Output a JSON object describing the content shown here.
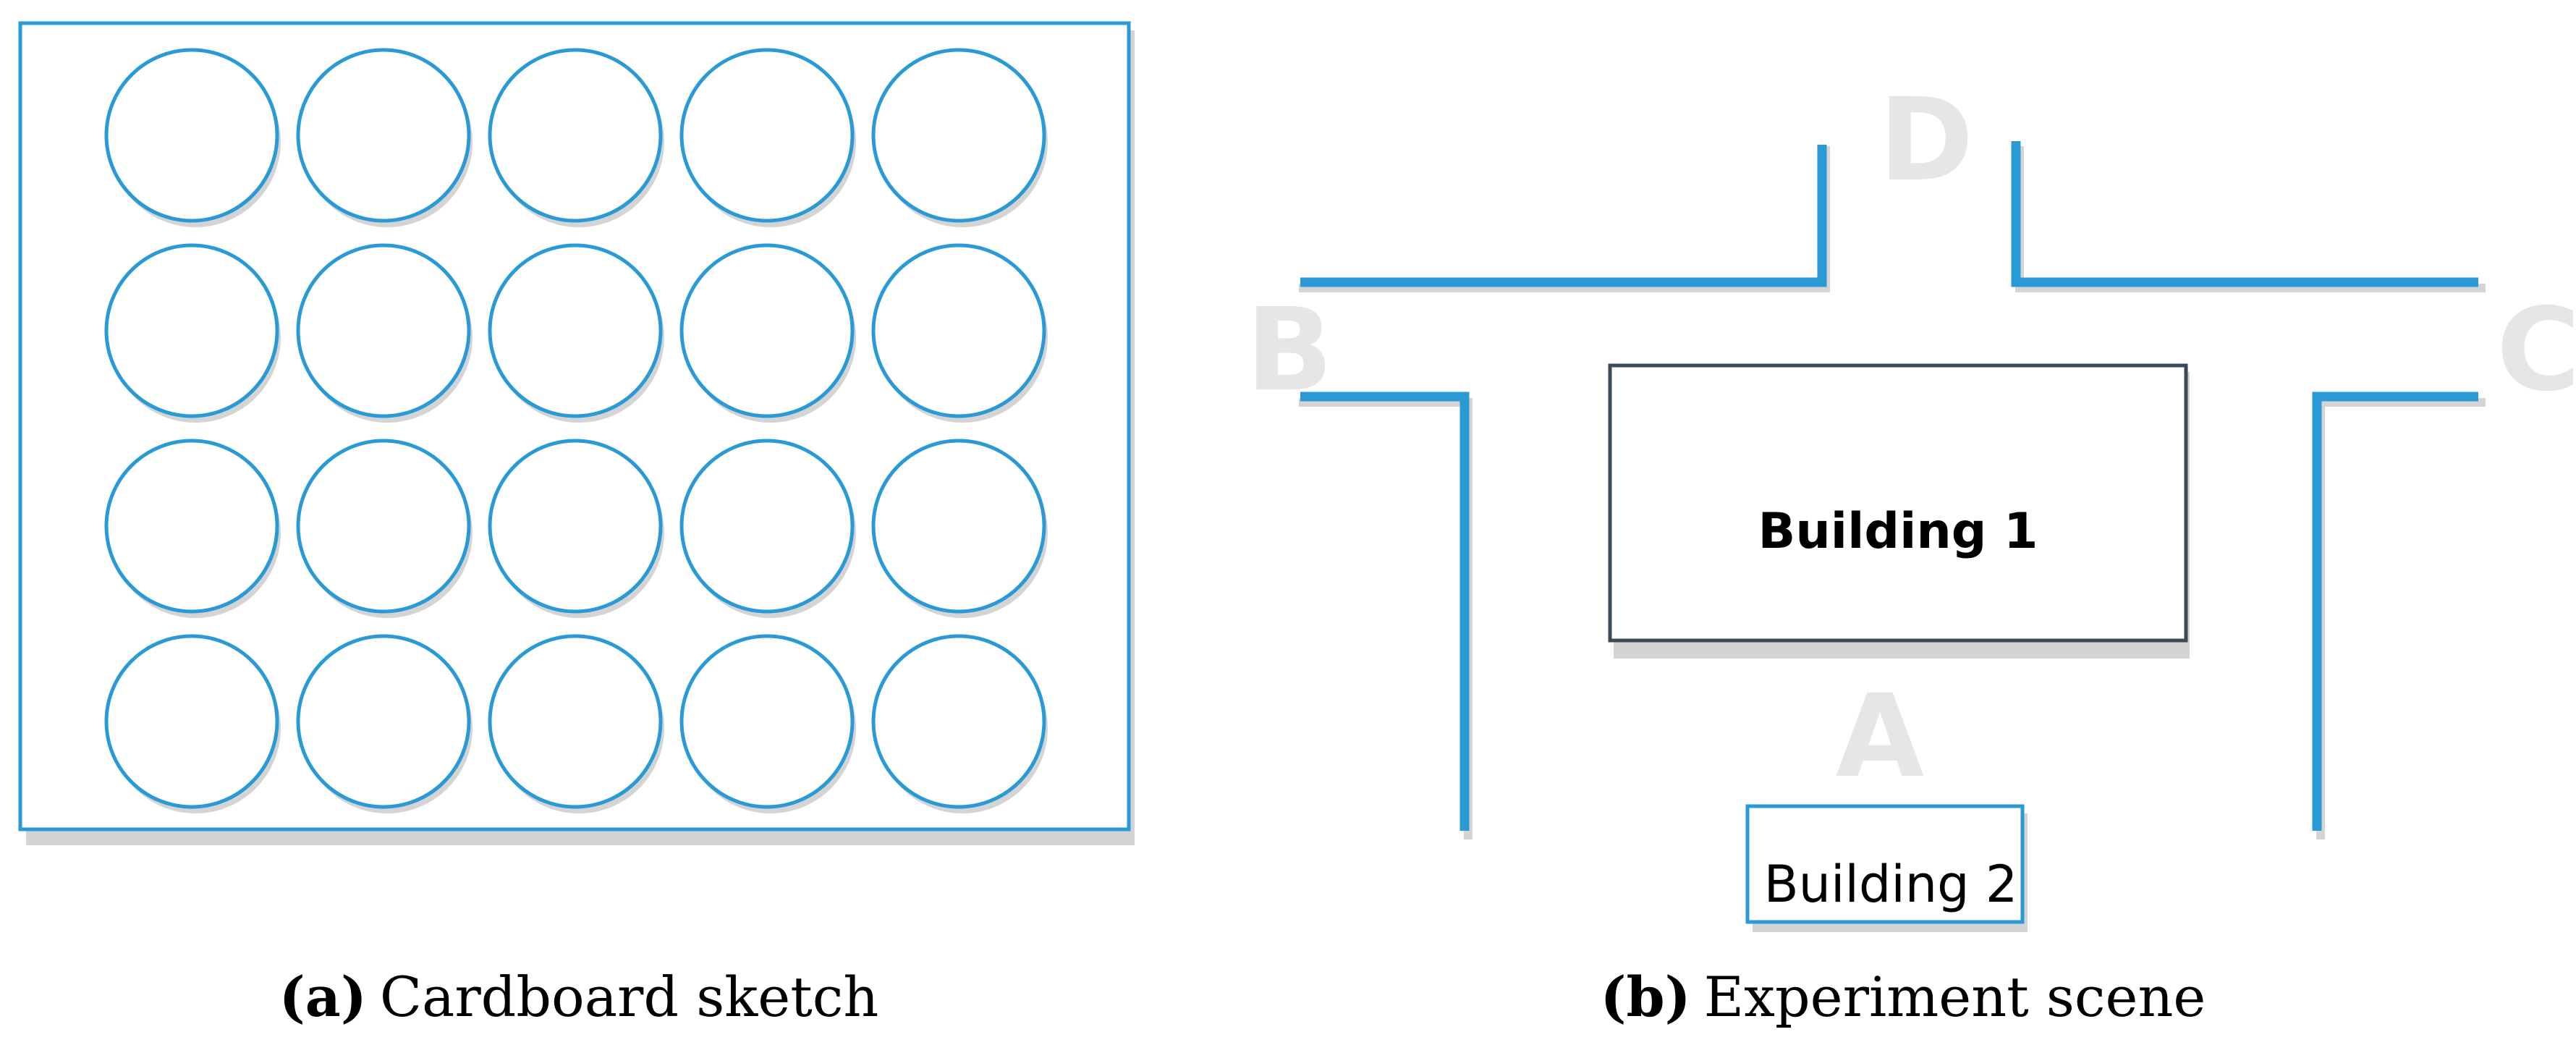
{
  "panel_a": {
    "rows": 4,
    "cols": 5,
    "caption_tag": "(a)",
    "caption_text": "Cardboard sketch"
  },
  "panel_b": {
    "labels": {
      "d": "D",
      "b": "B",
      "c": "C",
      "a": "A"
    },
    "building1": "Building 1",
    "building2": "Building 2",
    "caption_tag": "(b)",
    "caption_text": "Experiment scene"
  },
  "colors": {
    "blue": "#2a9ad6",
    "shadow": "#d4d4d4",
    "letter": "#e6e6e6",
    "building1_border": "#3b4a5a"
  }
}
